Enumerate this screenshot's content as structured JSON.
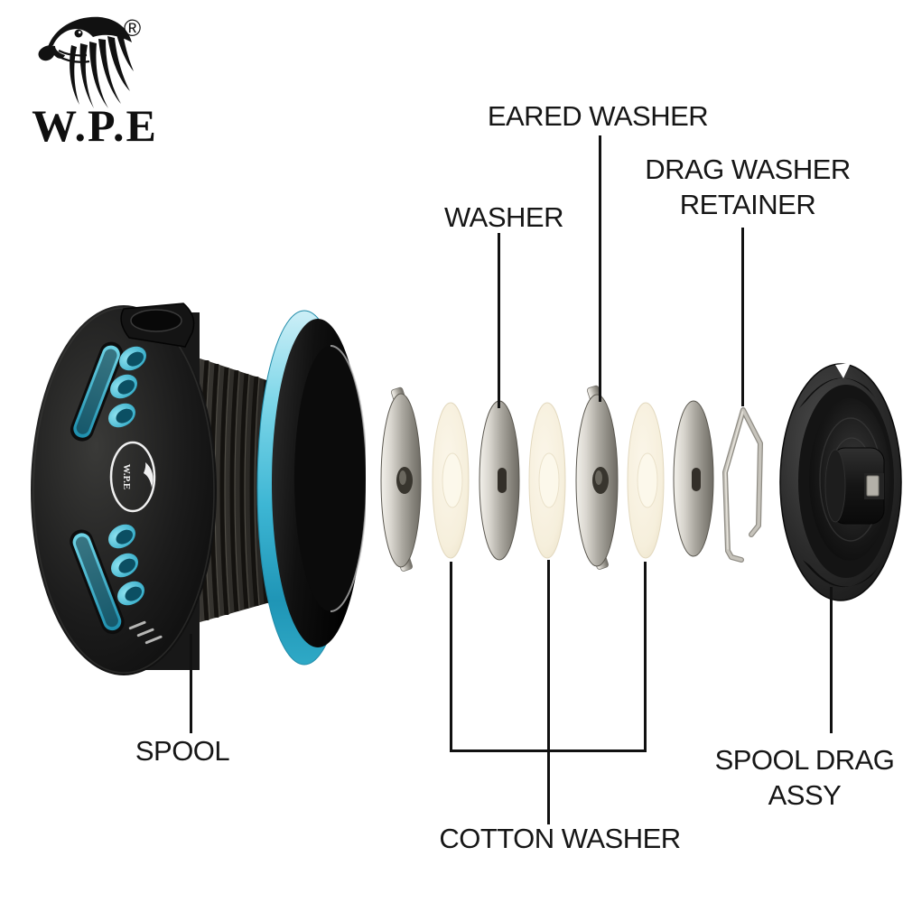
{
  "brand": {
    "wordmark": "W.P.E",
    "registered_mark": "®"
  },
  "spool_badge": {
    "text": "W.P.E"
  },
  "labels": {
    "spool": "SPOOL",
    "washer": "WASHER",
    "eared_washer": "EARED WASHER",
    "cotton_washer": "COTTON WASHER",
    "drag_washer_retainer": {
      "line1": "DRAG WASHER",
      "line2": "RETAINER"
    },
    "spool_drag_assy": {
      "line1": "SPOOL DRAG",
      "line2": "ASSY"
    }
  },
  "component_counts": {
    "eared_washers": 2,
    "plain_metal_washers": 2,
    "cotton_washers": 3,
    "retainer_clips": 1,
    "spools": 1,
    "drag_assemblies": 1
  },
  "colors": {
    "background": "#ffffff",
    "label_text": "#161616",
    "leader_line": "#111111",
    "teal_accent": "#3db6d4",
    "teal_light": "#bfe9f3",
    "spool_black": "#161616",
    "metal_washer_light": "#f2f0ea",
    "metal_washer_dark": "#6e6b64",
    "cotton_washer": "#f7f1e1",
    "retainer_wire": "#b7b4ac",
    "drag_assy_black": "#1b1b1b"
  }
}
